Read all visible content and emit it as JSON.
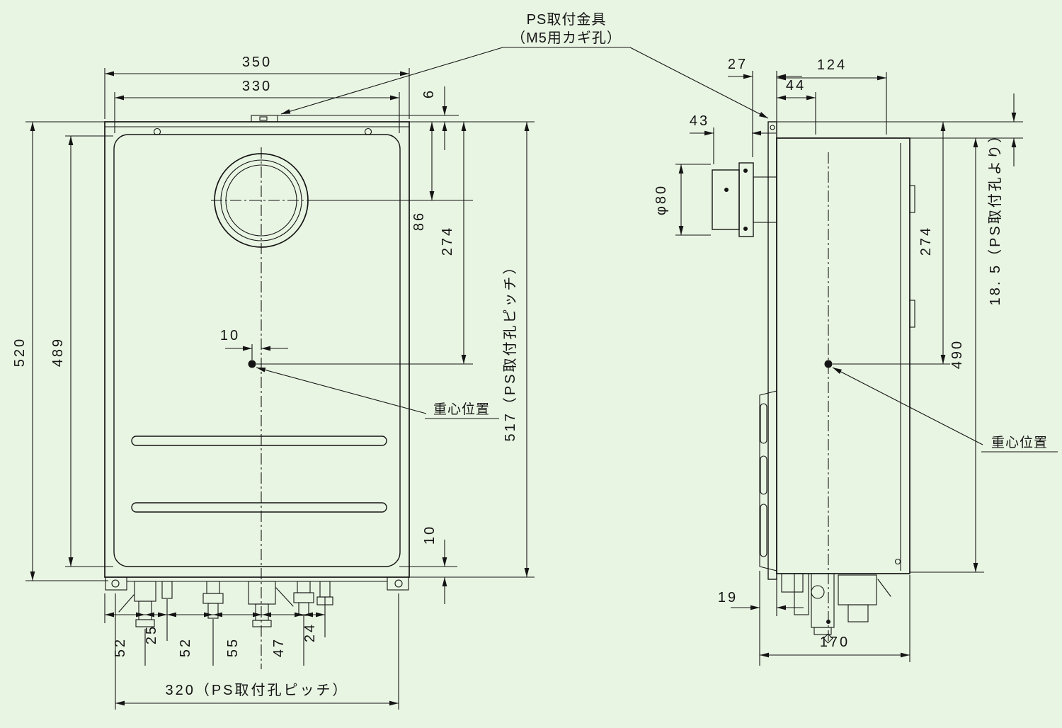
{
  "colors": {
    "background": "#e9f5e3",
    "line": "#141414"
  },
  "labels": {
    "ps_bracket_title": "PS取付金具",
    "ps_bracket_sub": "（M5用カギ孔）",
    "center_of_gravity_front": "重心位置",
    "center_of_gravity_side": "重心位置"
  },
  "front_view": {
    "overall_width": "350",
    "panel_width": "330",
    "bracket_protrusion": "6",
    "overall_height": "520",
    "panel_height": "489",
    "vent_center_from_top": "86",
    "cog_from_top": "274",
    "ps_hole_pitch_vertical": "517（PS取付孔ピッチ）",
    "cog_offset_from_center": "10",
    "bottom_edge_offset": "10",
    "pipe_offsets": [
      "52",
      "25",
      "52",
      "55",
      "47",
      "24"
    ],
    "ps_hole_pitch_horizontal": "320（PS取付孔ピッチ）"
  },
  "side_view": {
    "flange_to_front": "27",
    "front_to_rear": "124",
    "front_step": "44",
    "exhaust_length": "43",
    "exhaust_diameter": "φ80",
    "cog_from_top": "274",
    "top_from_ps_hole": "18. 5（PS取付孔より）",
    "body_height": "490",
    "cover_protrusion": "19",
    "overall_depth": "170"
  }
}
